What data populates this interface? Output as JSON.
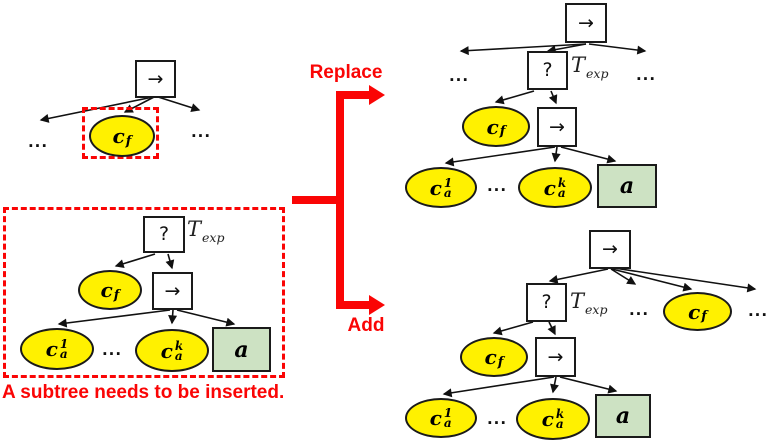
{
  "colors": {
    "node_fill_yellow": "#fff100",
    "node_fill_green": "#cde2c3",
    "node_border": "#1a1a1a",
    "accent_red": "#fa0505",
    "background": "#ffffff"
  },
  "ops": {
    "arrow": "→",
    "question": "?"
  },
  "math": {
    "cf": {
      "base": "c",
      "sub": "f"
    },
    "ca1": {
      "base": "c",
      "sub": "a",
      "sup": "1"
    },
    "cak": {
      "base": "c",
      "sub": "a",
      "sup": "k"
    },
    "a": "a",
    "texp": {
      "base": "T",
      "sub": "exp"
    }
  },
  "ellipsis": "...",
  "branch": {
    "replace_label": "Replace",
    "add_label": "Add"
  },
  "caption": "A subtree needs to be inserted."
}
